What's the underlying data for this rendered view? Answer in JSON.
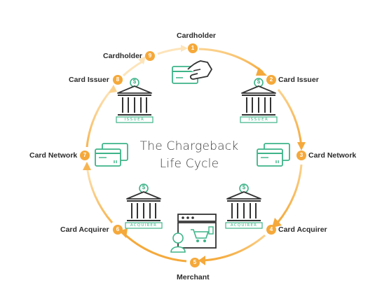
{
  "title_line1": "The Chargeback",
  "title_line2": "Life Cycle",
  "colors": {
    "orange": "#f5a93a",
    "orange_light": "#fce3b9",
    "green": "#3eb489",
    "dark": "#333333"
  },
  "steps": [
    {
      "num": "1",
      "label": "Cardholder"
    },
    {
      "num": "2",
      "label": "Card Issuer"
    },
    {
      "num": "3",
      "label": "Card Network"
    },
    {
      "num": "4",
      "label": "Card Acquirer"
    },
    {
      "num": "5",
      "label": "Merchant"
    },
    {
      "num": "6",
      "label": "Card Acquirer"
    },
    {
      "num": "7",
      "label": "Card Network"
    },
    {
      "num": "8",
      "label": "Card Issuer"
    },
    {
      "num": "9",
      "label": "Cardholder"
    }
  ],
  "bank_labels": {
    "issuer": "ISSUER",
    "acquirer": "ACQUIRER"
  },
  "currency_symbol": "$"
}
